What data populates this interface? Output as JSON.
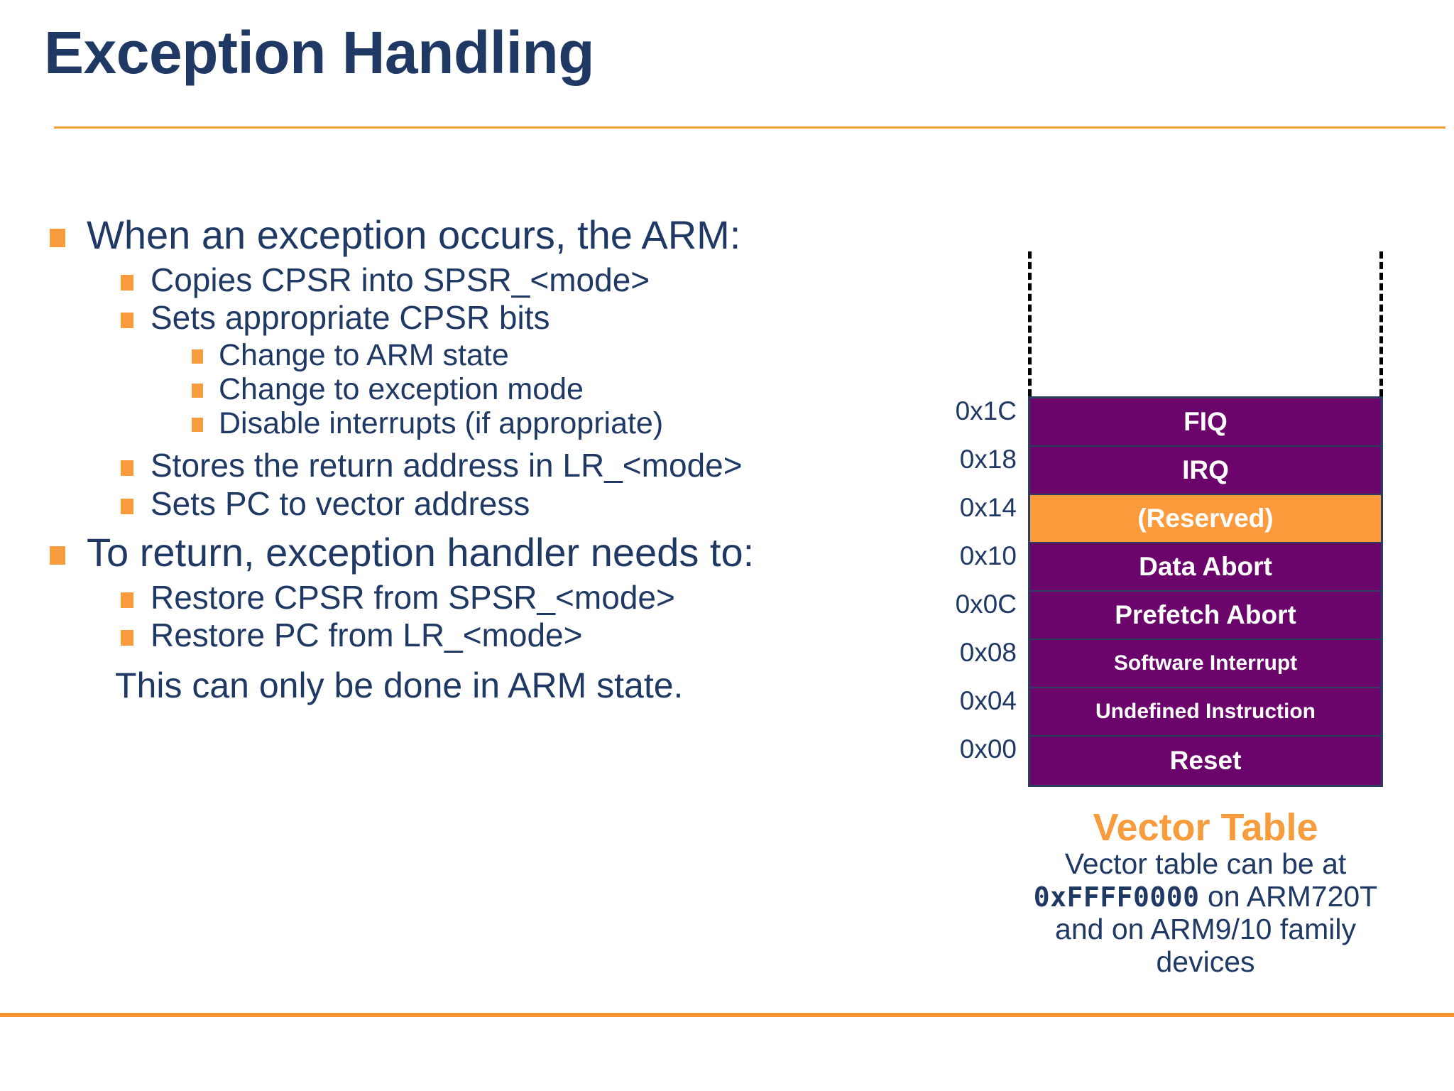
{
  "slide": {
    "title": "Exception Handling",
    "accent_orange": "#F79C3D",
    "text_navy": "#1F3864",
    "table_purple": "#6B046B",
    "reserved_orange": "#FC9A3C"
  },
  "body": {
    "b1": "When an exception occurs, the ARM:",
    "b1_1": "Copies CPSR into SPSR_<mode>",
    "b1_2": "Sets appropriate CPSR bits",
    "b1_2_1": "Change to ARM state",
    "b1_2_2": "Change to exception mode",
    "b1_2_3": "Disable interrupts (if appropriate)",
    "b1_3": "Stores the return address in LR_<mode>",
    "b1_4": "Sets PC to vector address",
    "b2": "To return, exception handler needs to:",
    "b2_1": "Restore CPSR from SPSR_<mode>",
    "b2_2": "Restore PC from LR_<mode>",
    "closing": "This can only be done in ARM state."
  },
  "vector_table": {
    "addresses": [
      "0x1C",
      "0x18",
      "0x14",
      "0x10",
      "0x0C",
      "0x08",
      "0x04",
      "0x00"
    ],
    "rows": [
      {
        "label": "FIQ",
        "highlight": false,
        "small": false
      },
      {
        "label": "IRQ",
        "highlight": false,
        "small": false
      },
      {
        "label": "(Reserved)",
        "highlight": true,
        "small": false
      },
      {
        "label": "Data Abort",
        "highlight": false,
        "small": false
      },
      {
        "label": "Prefetch Abort",
        "highlight": false,
        "small": false
      },
      {
        "label": "Software Interrupt",
        "highlight": false,
        "small": true
      },
      {
        "label": "Undefined Instruction",
        "highlight": false,
        "small": true
      },
      {
        "label": "Reset",
        "highlight": false,
        "small": false
      }
    ],
    "caption_title": "Vector Table",
    "caption_line1": "Vector table can be at",
    "caption_address": "0xFFFF0000",
    "caption_line2_rest": " on ARM720T",
    "caption_line3": "and on ARM9/10 family",
    "caption_line4": "devices"
  }
}
